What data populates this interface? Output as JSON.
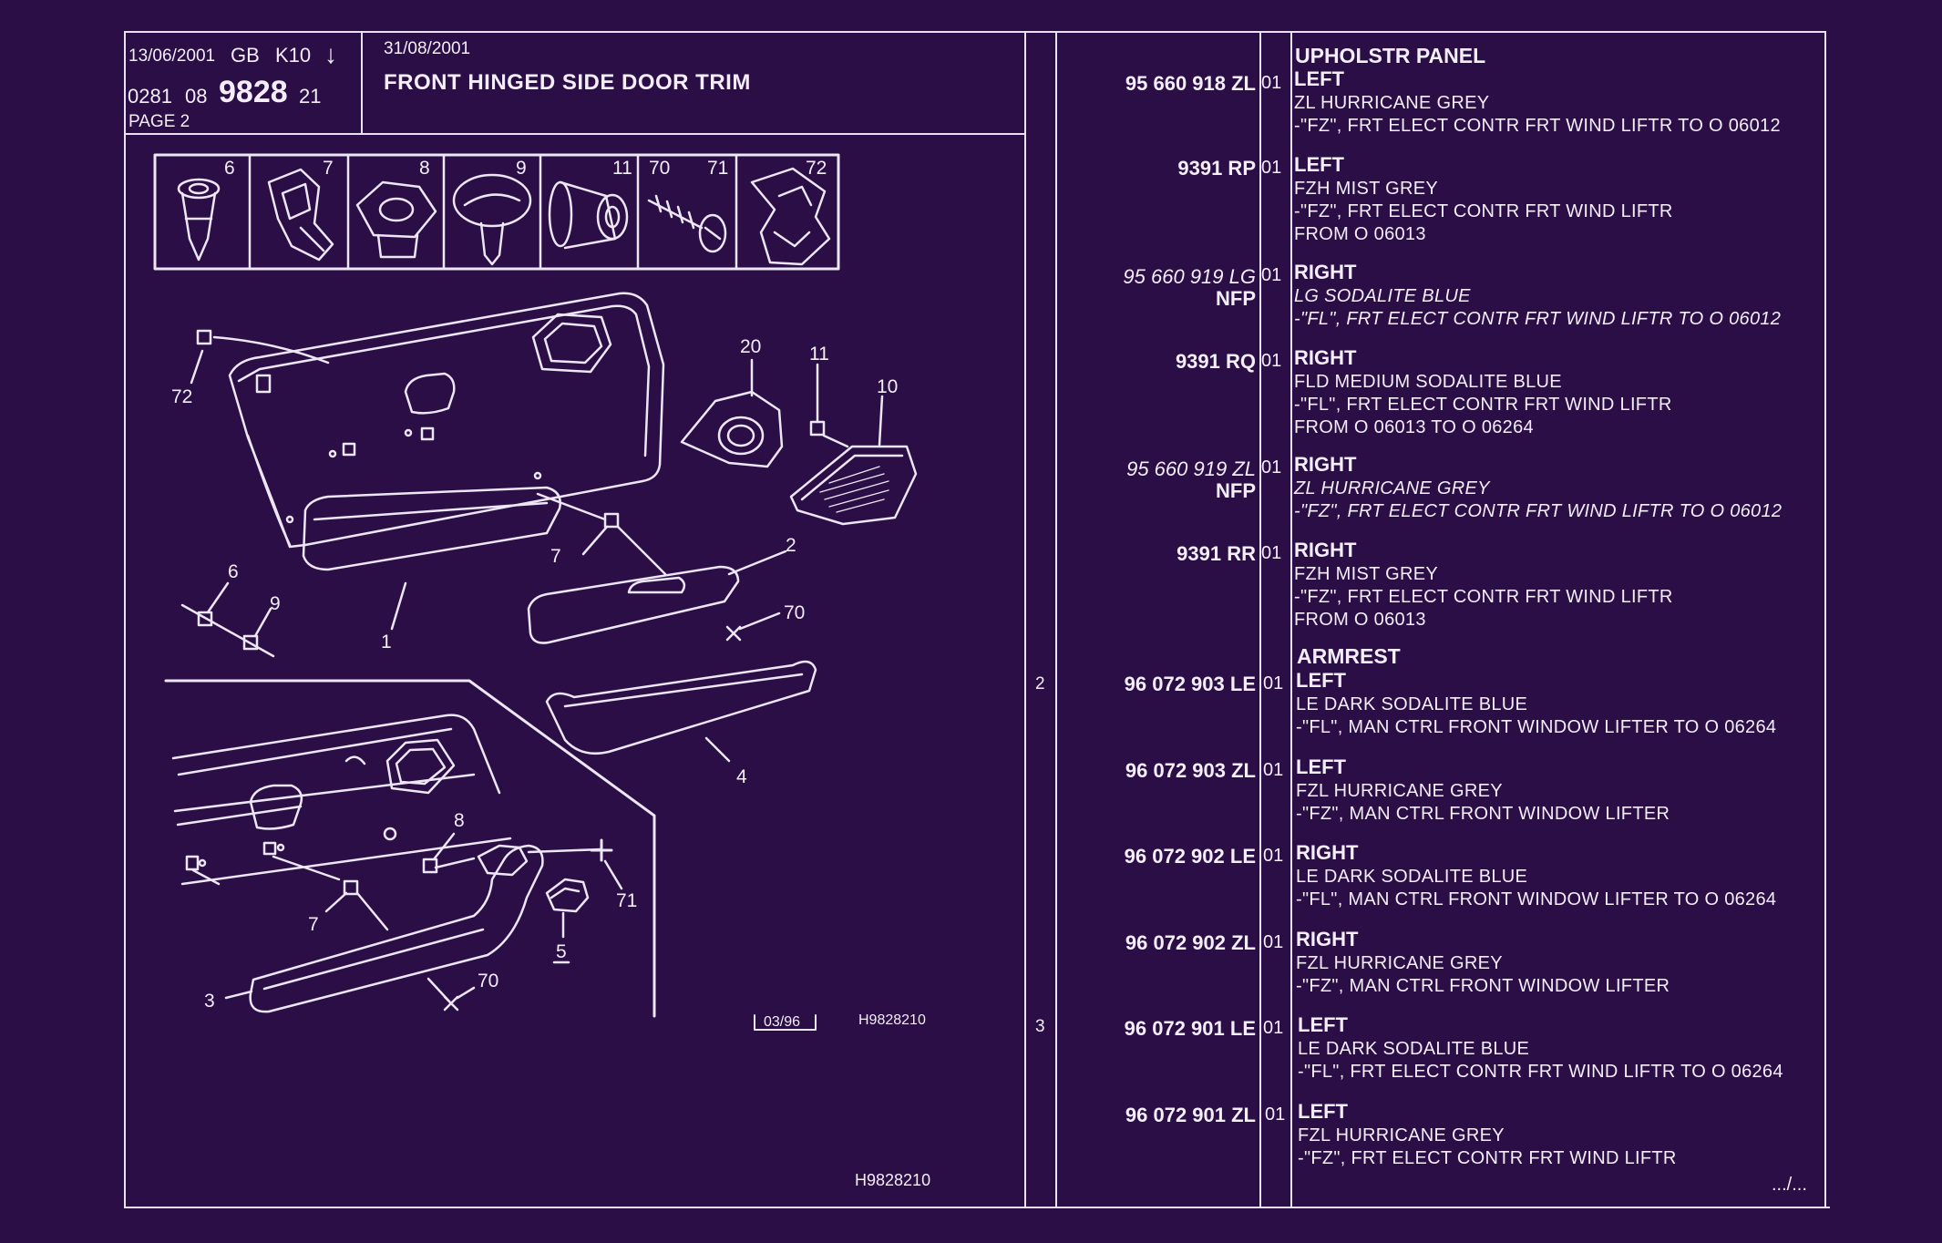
{
  "header": {
    "date_left": "13/06/2001",
    "region": "GB",
    "model": "K10",
    "arrow": "↓",
    "code_a": "0281",
    "code_b": "08",
    "page_no": "9828",
    "code_c": "21",
    "page_label": "PAGE 2",
    "date_right": "31/08/2001",
    "title": "FRONT HINGED SIDE DOOR TRIM"
  },
  "fasteners": [
    "6",
    "7",
    "8",
    "9",
    "11",
    "70",
    "71",
    "72"
  ],
  "callouts": [
    "72",
    "20",
    "11",
    "10",
    "6",
    "9",
    "7",
    "1",
    "2",
    "70",
    "4",
    "8",
    "71",
    "7",
    "5",
    "3",
    "70"
  ],
  "drawing_ref": "H9828210",
  "inset_date": "03/96",
  "inset_ref": "H9828210",
  "colors": {
    "background": "#2a0e45",
    "ink": "#f3eefa"
  },
  "parts": [
    {
      "section": "UPHOLSTR PANEL",
      "ref": "",
      "pn": "95 660 918 ZL",
      "pn_sub": "",
      "italic": false,
      "qty": "01",
      "side": "LEFT",
      "lines": [
        "ZL HURRICANE GREY",
        "-\"FZ\", FRT ELECT CONTR FRT WIND LIFTR TO O 06012"
      ]
    },
    {
      "section": "",
      "ref": "",
      "pn": "9391 RP",
      "pn_sub": "",
      "italic": false,
      "qty": "01",
      "side": "LEFT",
      "lines": [
        "FZH MIST GREY",
        "-\"FZ\", FRT ELECT CONTR FRT WIND LIFTR",
        "FROM O 06013"
      ]
    },
    {
      "section": "",
      "ref": "",
      "pn": "95 660 919 LG",
      "pn_sub": "NFP",
      "italic": true,
      "qty": "01",
      "side": "RIGHT",
      "lines": [
        "LG SODALITE BLUE",
        "-\"FL\", FRT ELECT CONTR FRT WIND LIFTR TO O 06012"
      ]
    },
    {
      "section": "",
      "ref": "",
      "pn": "9391 RQ",
      "pn_sub": "",
      "italic": false,
      "qty": "01",
      "side": "RIGHT",
      "lines": [
        "FLD MEDIUM SODALITE BLUE",
        "-\"FL\", FRT ELECT CONTR FRT WIND LIFTR",
        "FROM O 06013 TO O 06264"
      ]
    },
    {
      "section": "",
      "ref": "",
      "pn": "95 660 919 ZL",
      "pn_sub": "NFP",
      "italic": true,
      "qty": "01",
      "side": "RIGHT",
      "lines": [
        "ZL HURRICANE GREY",
        "-\"FZ\", FRT ELECT CONTR FRT WIND LIFTR TO O 06012"
      ]
    },
    {
      "section": "",
      "ref": "",
      "pn": "9391 RR",
      "pn_sub": "",
      "italic": false,
      "qty": "01",
      "side": "RIGHT",
      "lines": [
        "FZH MIST GREY",
        "-\"FZ\", FRT ELECT CONTR FRT WIND LIFTR",
        "FROM O 06013"
      ]
    },
    {
      "section": "ARMREST",
      "ref": "2",
      "pn": "96 072 903 LE",
      "pn_sub": "",
      "italic": false,
      "qty": "01",
      "side": "LEFT",
      "lines": [
        "LE DARK SODALITE BLUE",
        "-\"FL\", MAN CTRL FRONT WINDOW LIFTER TO O 06264"
      ]
    },
    {
      "section": "",
      "ref": "",
      "pn": "96 072 903 ZL",
      "pn_sub": "",
      "italic": false,
      "qty": "01",
      "side": "LEFT",
      "lines": [
        "FZL HURRICANE GREY",
        "-\"FZ\", MAN CTRL FRONT WINDOW LIFTER"
      ]
    },
    {
      "section": "",
      "ref": "",
      "pn": "96 072 902 LE",
      "pn_sub": "",
      "italic": false,
      "qty": "01",
      "side": "RIGHT",
      "lines": [
        "LE DARK SODALITE BLUE",
        "-\"FL\", MAN CTRL FRONT WINDOW LIFTER TO O 06264"
      ]
    },
    {
      "section": "",
      "ref": "",
      "pn": "96 072 902 ZL",
      "pn_sub": "",
      "italic": false,
      "qty": "01",
      "side": "RIGHT",
      "lines": [
        "FZL HURRICANE GREY",
        "-\"FZ\", MAN CTRL FRONT WINDOW LIFTER"
      ]
    },
    {
      "section": "",
      "ref": "3",
      "pn": "96 072 901 LE",
      "pn_sub": "",
      "italic": false,
      "qty": "01",
      "side": "LEFT",
      "lines": [
        "LE DARK SODALITE BLUE",
        "-\"FL\", FRT ELECT CONTR FRT WIND LIFTR TO O 06264"
      ]
    },
    {
      "section": "",
      "ref": "",
      "pn": "96 072 901 ZL",
      "pn_sub": "",
      "italic": false,
      "qty": "01",
      "side": "LEFT",
      "lines": [
        "FZL HURRICANE GREY",
        "-\"FZ\", FRT ELECT CONTR FRT WIND LIFTR"
      ]
    }
  ],
  "continuation": ".../..."
}
